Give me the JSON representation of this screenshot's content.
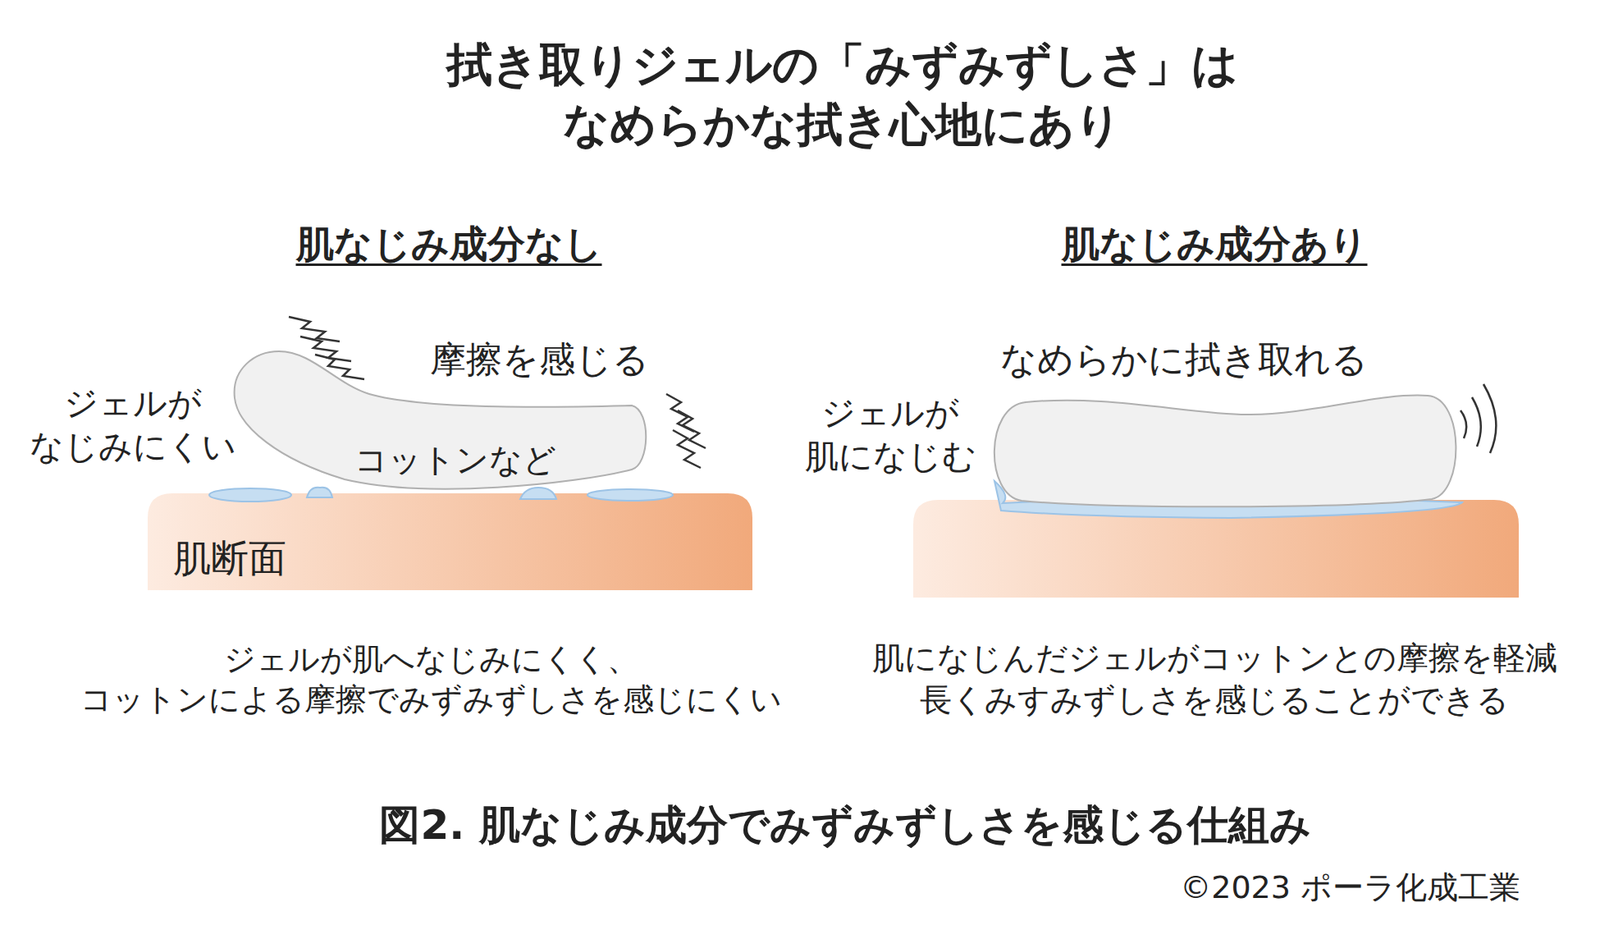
{
  "diagram": {
    "title": "拭き取りジェルの「みずみずしさ」は なめらかな拭き心地にあり",
    "caption": "図2. 肌なじみ成分でみずみずしさを感じる仕組み",
    "nodes": [
      {
        "text": [
          "コットンなど"
        ]
      },
      {
        "text": [
          "肌断面"
        ]
      }
    ],
    "labels": [
      "肌なじみ成分なし",
      "肌なじみ成分あり",
      "摩擦を感じる",
      "ジェルが なじみにくい",
      "なめらかに拭き取れる",
      "ジェルが 肌になじむ",
      "ジェルが肌へなじみにくく、 コットンによる摩擦でみずみずしさを感じにくい",
      "肌になじんだジェルがコットンとの摩擦を軽減 長くみすみずしさを感じることができる",
      "©2023 ポーラ化成工業"
    ]
  }
}
